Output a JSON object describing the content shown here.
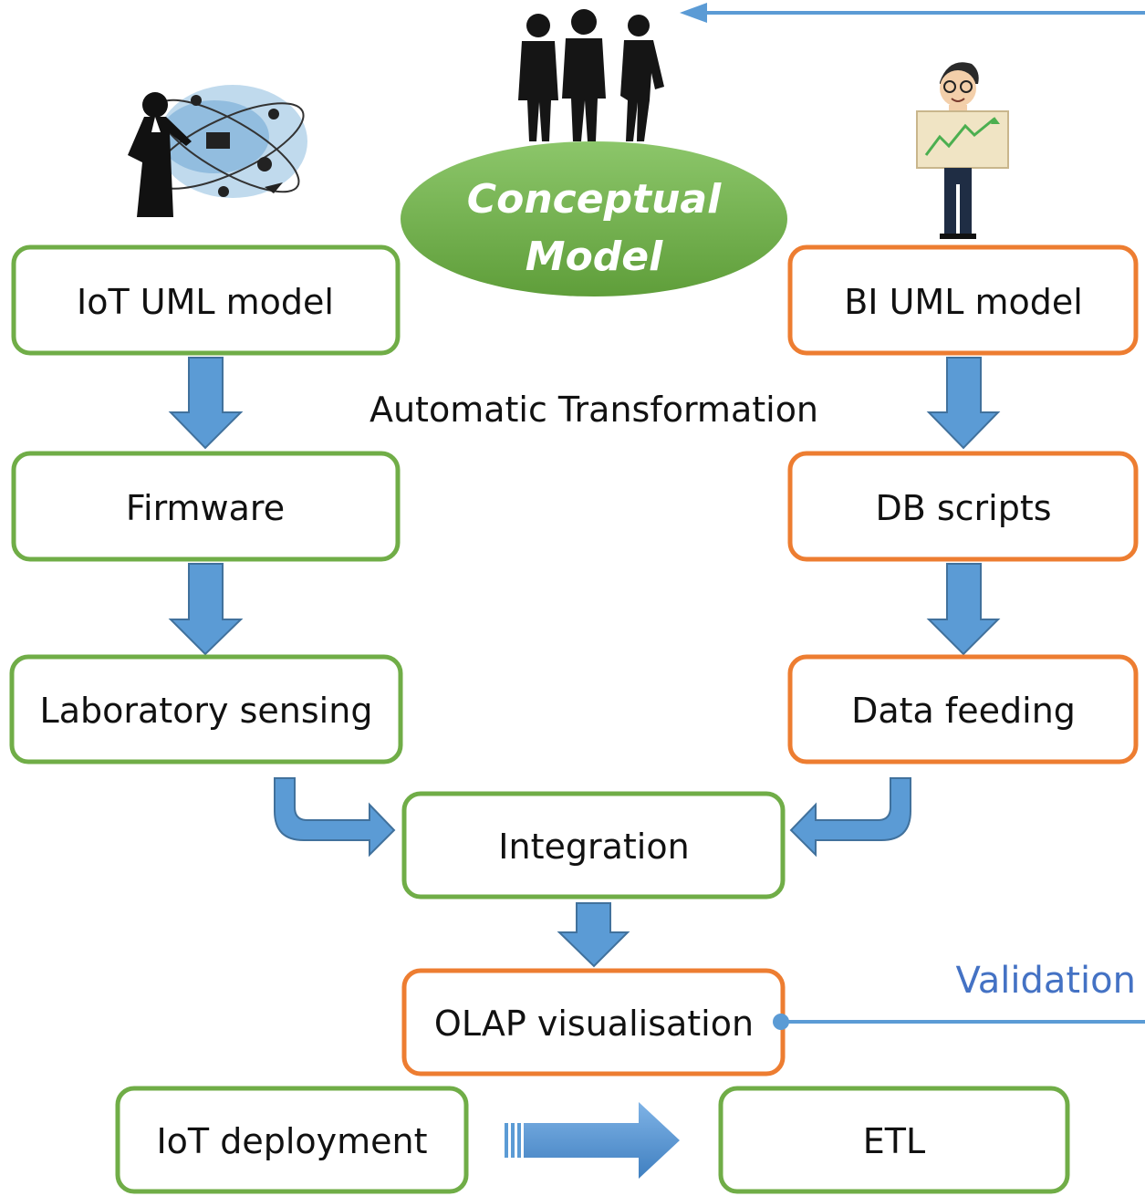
{
  "colors": {
    "green_border": "#70ad47",
    "orange_border": "#ed7d31",
    "arrow_fill": "#5b9bd5",
    "arrow_stroke": "#41719c",
    "ellipse_fill": "#70ad47",
    "validation_text": "#4472c4"
  },
  "conceptual_model": {
    "line1": "Conceptual",
    "line2": "Model"
  },
  "automatic_transformation": "Automatic Transformation",
  "validation": "Validation",
  "nodes": {
    "iot_uml_model": "IoT UML model",
    "firmware": "Firmware",
    "laboratory_sensing": "Laboratory sensing",
    "bi_uml_model": "BI UML model",
    "db_scripts": "DB scripts",
    "data_feeding": "Data feeding",
    "integration": "Integration",
    "olap_visualisation": "OLAP visualisation",
    "iot_deployment": "IoT deployment",
    "etl": "ETL"
  },
  "icons": {
    "business_team": "business-people-icon",
    "iot_engineer": "iot-engineer-icon",
    "bi_analyst": "bi-analyst-chart-icon"
  }
}
